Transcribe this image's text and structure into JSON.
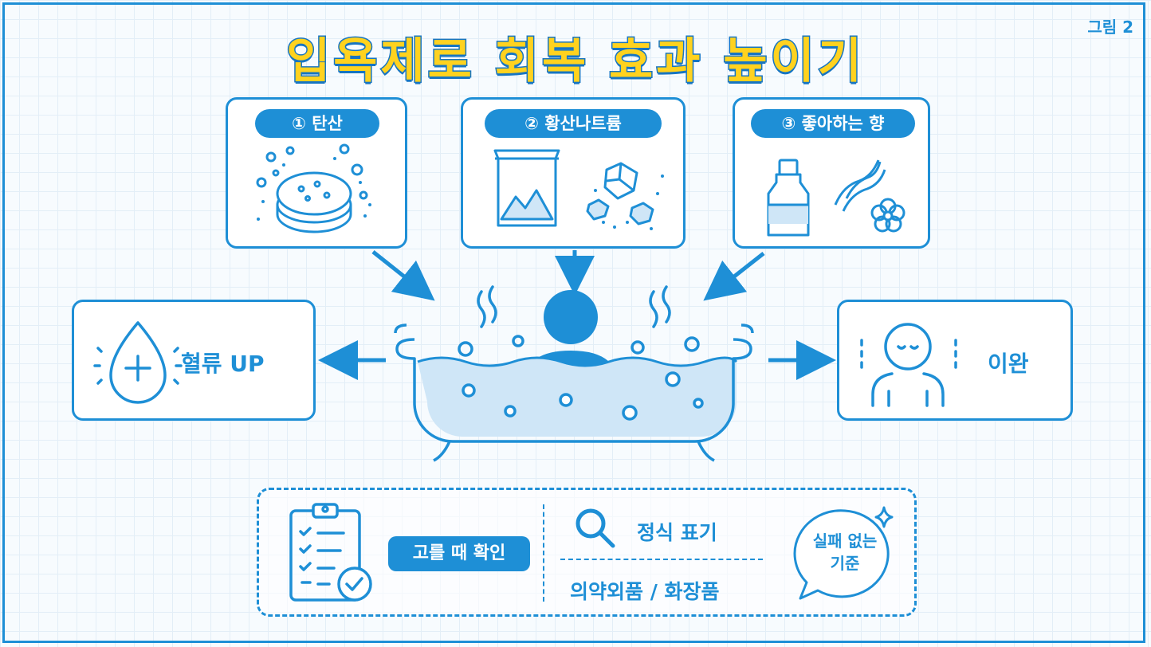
{
  "figure_label": "그림 2",
  "title": "입욕제로 회복 효과 높이기",
  "ingredients": [
    {
      "label": "① 탄산"
    },
    {
      "label": "② 황산나트륨"
    },
    {
      "label": "③ 좋아하는 향"
    }
  ],
  "effects": {
    "left": "혈류 UP",
    "right": "이완"
  },
  "checklist": {
    "pill": "고를 때 확인",
    "item_top": "정식 표기",
    "item_bottom": "의약외품 / 화장품",
    "bubble_line1": "실패 없는",
    "bubble_line2": "기준"
  },
  "colors": {
    "primary": "#1e8fd6",
    "title_fill": "#ffd21f",
    "water": "#cfe6f7"
  }
}
